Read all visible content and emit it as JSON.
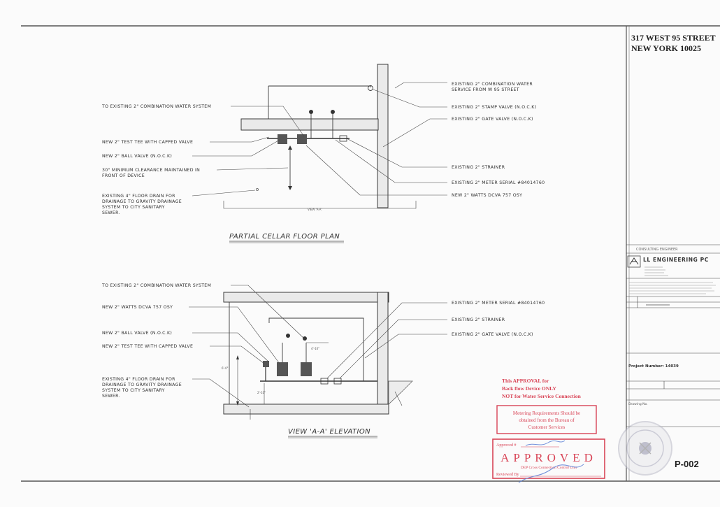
{
  "address": {
    "line1": "317 WEST 95 STREET",
    "line2": "NEW YORK 10025"
  },
  "plan": {
    "title": "PARTIAL CELLAR FLOOR PLAN",
    "view_marker": "VIEW 'A-A'",
    "left_labels": [
      "TO EXISTING 2\" COMBINATION WATER SYSTEM",
      "NEW 2\" TEST TEE WITH CAPPED VALVE",
      "NEW 2\" BALL VALVE (N.O.C.K)",
      "30\" MINIMUM CLEARANCE MAINTAINED IN",
      "FRONT OF DEVICE",
      "EXISTING 4\" FLOOR DRAIN FOR",
      "DRAINAGE TO GRAVITY DRAINAGE",
      "SYSTEM TO CITY SANITARY",
      "SEWER."
    ],
    "right_labels": [
      "EXISTING 2\" COMBINATION WATER",
      "SERVICE FROM W 95 STREET",
      "EXISTING 2\" STAMP VALVE (N.O.C.K)",
      "EXISTING 2\" GATE VALVE (N.O.C.K)",
      "EXISTING 2\" STRAINER",
      "EXISTING 2\" METER SERIAL #84014760",
      "NEW 2\" WATTS DCVA 757 OSY"
    ]
  },
  "elevation": {
    "title": "VIEW 'A-A' ELEVATION",
    "left_labels": [
      "TO EXISTING 2\" COMBINATION WATER SYSTEM",
      "NEW 2\" WATTS DCVA 757 OSY",
      "NEW 2\" BALL VALVE (N.O.C.K)",
      "NEW 2\" TEST TEE WITH CAPPED VALVE",
      "EXISTING 4\" FLOOR DRAIN FOR",
      "DRAINAGE TO GRAVITY DRAINAGE",
      "SYSTEM TO CITY SANITARY",
      "SEWER."
    ],
    "right_labels": [
      "EXISTING 2\" METER SERIAL #84014760",
      "EXISTING 2\" STRAINER",
      "EXISTING 2\" GATE VALVE (N.O.C.K)"
    ],
    "dims": [
      "4'-10\"",
      "6'-0\"",
      "2'-10\""
    ]
  },
  "title_block": {
    "consulting": "CONSULTING ENGINEER",
    "firm": "LL ENGINEERING PC",
    "project_label": "Project Number: 14039",
    "drawing_label": "Drawing No.",
    "drawing_no": "P-002"
  },
  "stamps": {
    "approval_note": [
      "This APPROVAL for",
      "Back flow Device ONLY",
      "NOT for Water Service Connection"
    ],
    "metering": [
      "Metering Requirements Should be",
      "obtained from the Bureau of",
      "Customer Services"
    ],
    "approved_small": "Approved #",
    "approved": "APPROVED",
    "approved_sub": "DEP Cross Connection Control Unit",
    "reviewed": "Reviewed By"
  },
  "colors": {
    "line": "#3a3a3a",
    "stamp_red": "#d3253a",
    "signature_blue": "#5b7fd6"
  }
}
